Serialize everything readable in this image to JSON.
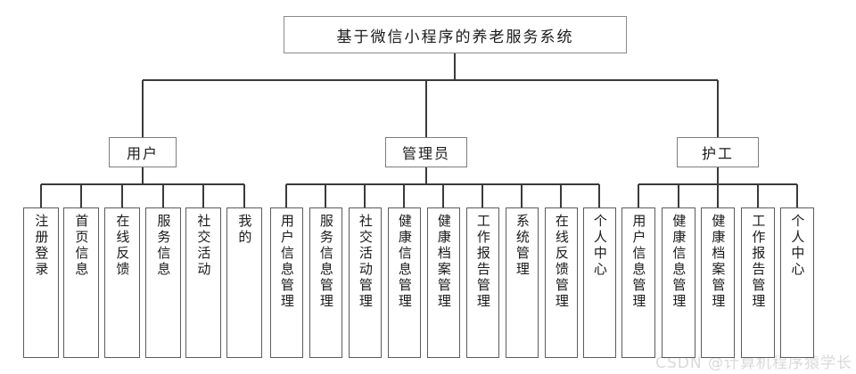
{
  "diagram": {
    "type": "org-chart",
    "title_node": {
      "label": "基于微信小程序的养老服务系统"
    },
    "level2": [
      {
        "label": "用户"
      },
      {
        "label": "管理员"
      },
      {
        "label": "护工"
      }
    ],
    "user_leaves": [
      {
        "label": "注册登录"
      },
      {
        "label": "首页信息"
      },
      {
        "label": "在线反馈"
      },
      {
        "label": "服务信息"
      },
      {
        "label": "社交活动"
      },
      {
        "label": "我的"
      }
    ],
    "admin_leaves": [
      {
        "label": "用户信息管理"
      },
      {
        "label": "服务信息管理"
      },
      {
        "label": "社交活动管理"
      },
      {
        "label": "健康信息管理"
      },
      {
        "label": "健康档案管理"
      },
      {
        "label": "工作报告管理"
      },
      {
        "label": "系统管理"
      },
      {
        "label": "在线反馈管理"
      },
      {
        "label": "个人中心"
      }
    ],
    "caregiver_leaves": [
      {
        "label": "用户信息管理"
      },
      {
        "label": "健康信息管理"
      },
      {
        "label": "健康档案管理"
      },
      {
        "label": "工作报告管理"
      },
      {
        "label": "个人中心"
      }
    ]
  },
  "watermark": {
    "text": "CSDN @计算机程序猿学长"
  },
  "colors": {
    "line": "#3a3a3a",
    "box_border": "#5c5c5c",
    "background": "#ffffff",
    "watermark": "#d9d9d9"
  }
}
